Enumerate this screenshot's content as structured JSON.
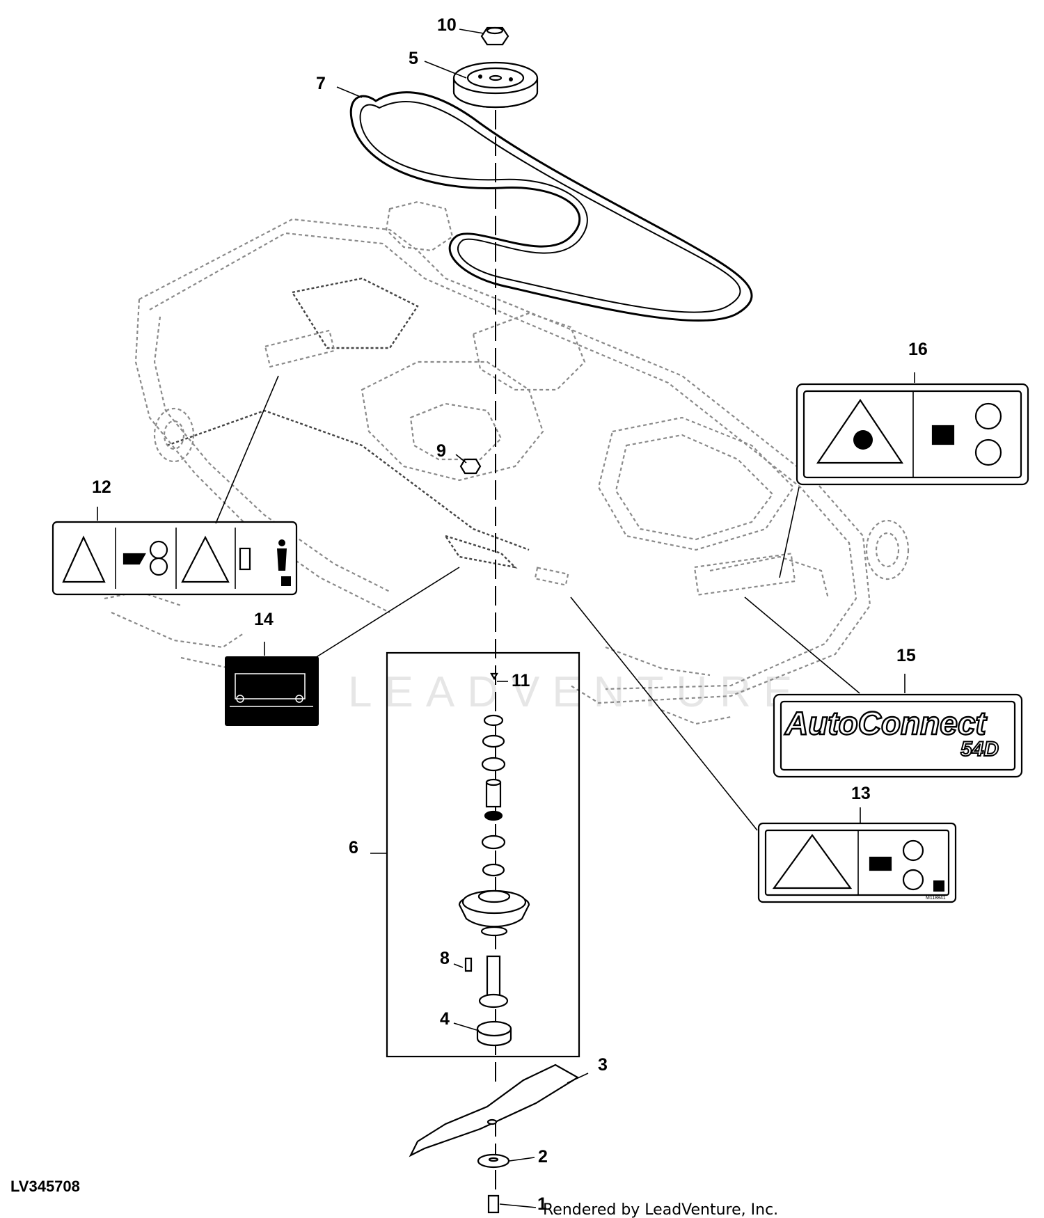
{
  "callouts": {
    "c1": "1",
    "c2": "2",
    "c3": "3",
    "c4": "4",
    "c5": "5",
    "c6": "6",
    "c7": "7",
    "c8": "8",
    "c9": "9",
    "c10": "10",
    "c11": "11",
    "c12": "12",
    "c13": "13",
    "c14": "14",
    "c15": "15",
    "c16": "16"
  },
  "decals": {
    "autoconnect_brand": "AutoConnect",
    "autoconnect_model": "54D",
    "label13_code": "M118841"
  },
  "watermark": "LEADVENTURE",
  "footer": {
    "figure_id": "LV345708",
    "rendered_by": "Rendered by LeadVenture, Inc."
  },
  "colors": {
    "line": "#000000",
    "ghost_line": "#8a8a8a",
    "background": "#ffffff",
    "watermark": "#e6e6e6"
  },
  "icons": [
    "hand-in-pulley-warning-icon",
    "crush-hazard-icon",
    "rotating-pulley-icon",
    "thrown-object-warning-icon",
    "keep-distance-person-icon",
    "qr-code-icon"
  ]
}
